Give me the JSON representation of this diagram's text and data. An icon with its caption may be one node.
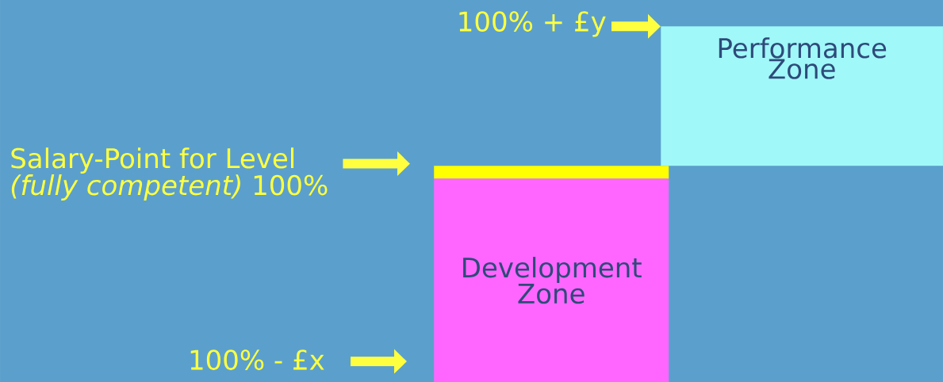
{
  "diagram": {
    "nodes": [
      {
        "text": [
          "Performance Zone"
        ]
      },
      {
        "text": [
          "Development Zone"
        ]
      },
      {
        "text": [],
        "shape": "bar"
      },
      {
        "text": [
          "100% + £y"
        ]
      },
      {
        "text": [
          "Salary-Point for Level *(fully competent)* 100%"
        ]
      },
      {
        "text": [
          "100% - £x"
        ]
      }
    ],
    "edges": [
      {
        "from": 3,
        "to": 0,
        "arrow": "to"
      },
      {
        "from": 4,
        "to": 2,
        "arrow": "to"
      },
      {
        "from": 5,
        "to": 1,
        "arrow": "to"
      }
    ]
  }
}
